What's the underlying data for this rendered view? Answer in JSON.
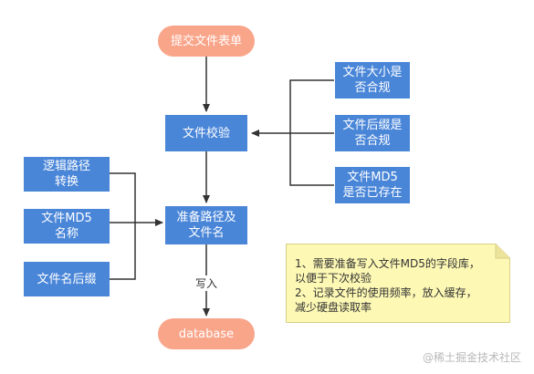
{
  "nodes": {
    "submit_form": "提交文件表单",
    "file_check": "文件校验",
    "size_check": "文件大小是\n否合规",
    "suffix_check": "文件后缀是\n否合规",
    "md5_check": "文件MD5\n是否已存在",
    "logic_path": "逻辑路径\n转换",
    "md5_name": "文件MD5\n名称",
    "suffix_name": "文件名后缀",
    "prepare_path": "准备路径及\n文件名",
    "database": "database"
  },
  "edge_labels": {
    "write": "写入"
  },
  "note": {
    "line1": "1、需要准备写入文件MD5的字段库，\n以便于下次校验",
    "line2": "2、记录文件的使用频率，放入缓存，\n减少硬盘读取率"
  },
  "watermark": "@稀土掘金技术社区",
  "colors": {
    "terminal": "#f9a58a",
    "process": "#4a86d8",
    "note_fill": "#fdf8b4",
    "note_border": "#d8d088",
    "line": "#333333"
  }
}
